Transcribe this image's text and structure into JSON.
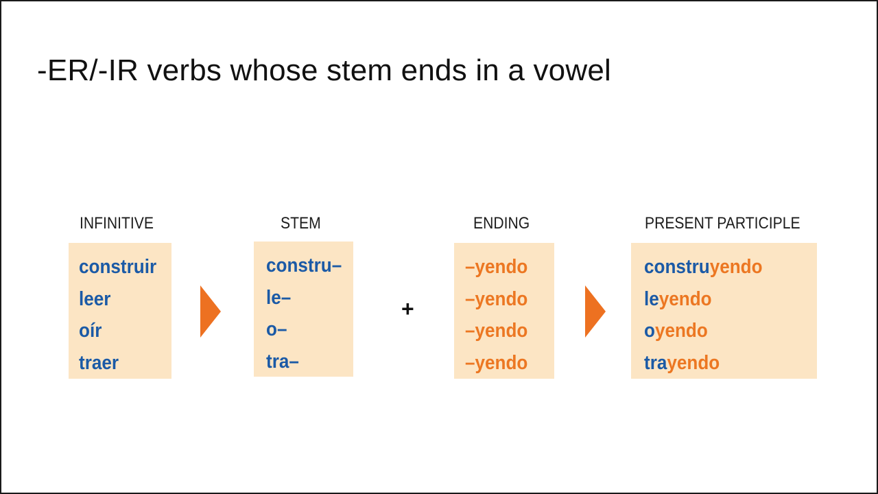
{
  "title": "-ER/-IR verbs whose stem ends in a vowel",
  "headers": {
    "infinitive": "INFINITIVE",
    "stem": "STEM",
    "ending": "ENDING",
    "participle": "PRESENT PARTICIPLE"
  },
  "infinitives": [
    "construir",
    "leer",
    "oír",
    "traer"
  ],
  "stems": [
    "constru–",
    "le–",
    "o–",
    "tra–"
  ],
  "endings": [
    "–yendo",
    "–yendo",
    "–yendo",
    "–yendo"
  ],
  "participles": [
    {
      "stem": "constru",
      "ending": "yendo"
    },
    {
      "stem": "le",
      "ending": "yendo"
    },
    {
      "stem": "o",
      "ending": "yendo"
    },
    {
      "stem": "tra",
      "ending": "yendo"
    }
  ],
  "operator": "+",
  "colors": {
    "box_background": "#fce5c4",
    "stem_text": "#1b5aa6",
    "ending_text": "#ec7722",
    "arrow": "#ed7121"
  },
  "icons": {
    "arrow": "orange-right-triangle-arrow-icon"
  }
}
